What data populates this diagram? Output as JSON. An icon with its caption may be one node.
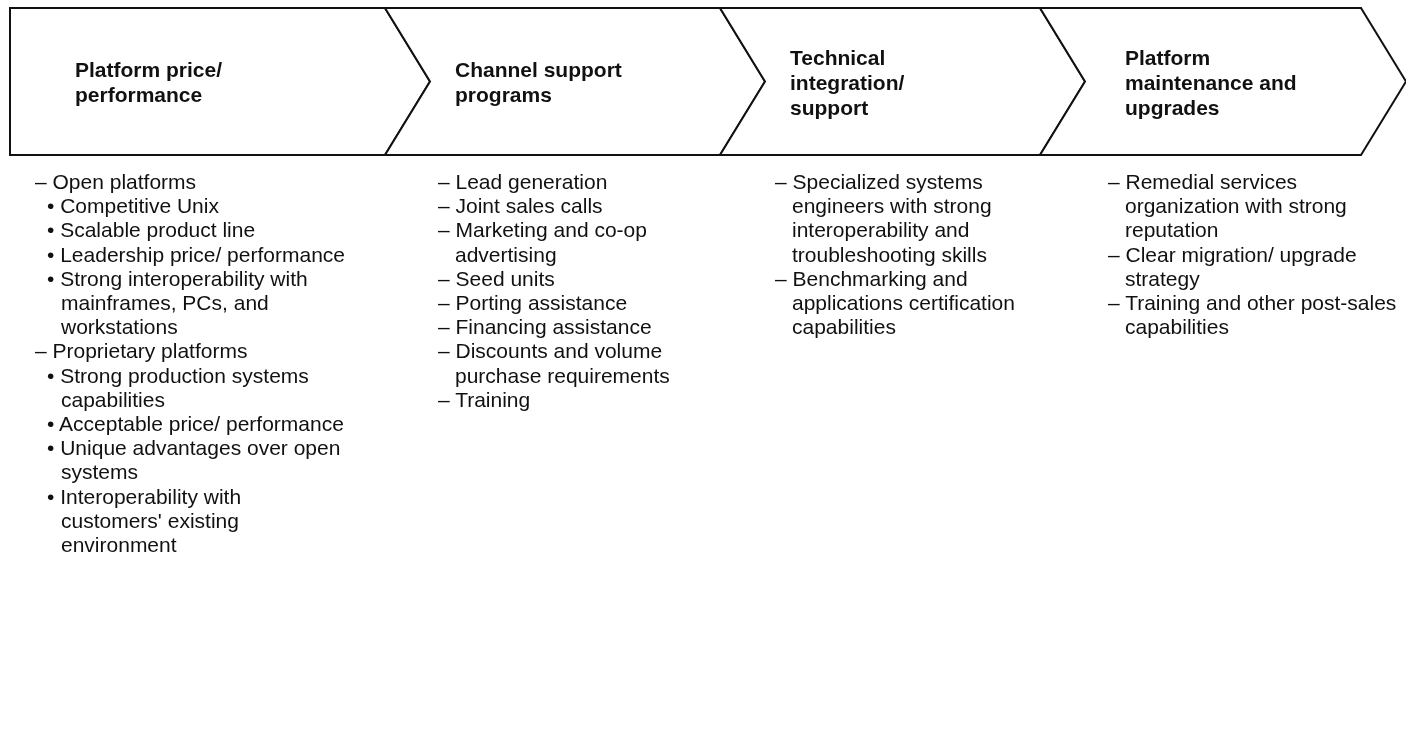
{
  "diagram": {
    "nodes": [
      {
        "text": [
          "Platform price/ performance"
        ],
        "beside": [
          "– Open platforms",
          "• Competitive Unix",
          "• Scalable product line",
          "• Leadership price/ performance",
          "• Strong interoperability with mainframes, PCs, and workstations",
          "– Proprietary platforms",
          "• Strong production systems capabilities",
          "• Acceptable price/ performance",
          "• Unique advantages over open systems",
          "• Interoperability with customers' existing environment"
        ]
      },
      {
        "text": [
          "Channel support programs"
        ],
        "beside": [
          "– Lead generation",
          "– Joint sales calls",
          "– Marketing and co-op advertising",
          "– Seed units",
          "– Porting assistance",
          "– Financing assistance",
          "– Discounts and volume purchase requirements",
          "– Training"
        ]
      },
      {
        "text": [
          "Technical integration/ support"
        ],
        "beside": [
          "– Specialized systems engineers with strong interoperability and troubleshooting skills",
          "– Benchmarking and applications certification capabilities"
        ]
      },
      {
        "text": [
          "Platform maintenance and upgrades"
        ],
        "beside": [
          "– Remedial services organization with strong reputation",
          "– Clear migration/ upgrade strategy",
          "– Training and other post-sales capabilities"
        ]
      }
    ]
  }
}
